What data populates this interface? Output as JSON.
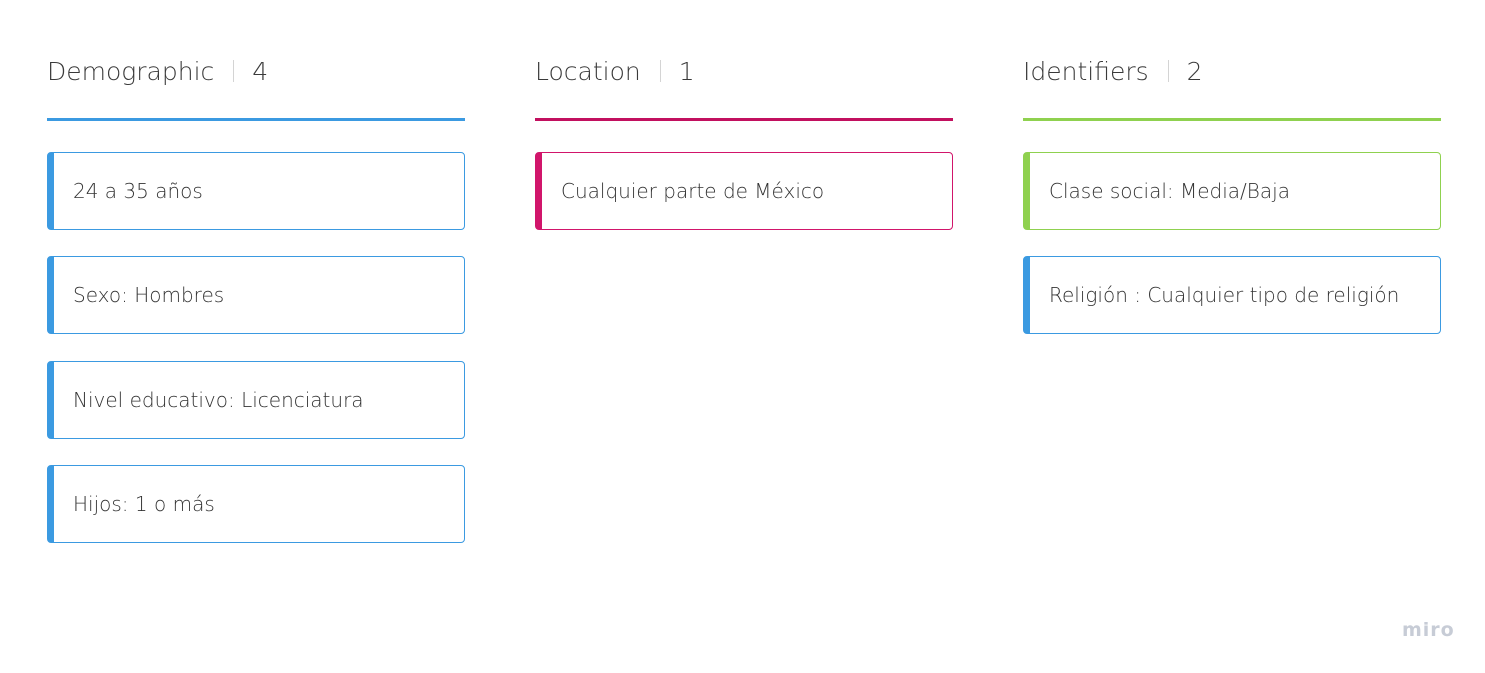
{
  "columns": [
    {
      "title": "Demographic",
      "count": "4",
      "accent": "#3b9ae1",
      "cards": [
        {
          "text": "24 a 35 años",
          "color": "#3b9ae1"
        },
        {
          "text": "Sexo: Hombres",
          "color": "#3b9ae1"
        },
        {
          "text": "Nivel educativo: Licenciatura",
          "color": "#3b9ae1"
        },
        {
          "text": "Hijos: 1 o más",
          "color": "#3b9ae1"
        }
      ]
    },
    {
      "title": "Location",
      "count": "1",
      "accent": "#c2105f",
      "cards": [
        {
          "text": "Cualquier parte de México",
          "color": "#d1156b"
        }
      ]
    },
    {
      "title": "Identifiers",
      "count": "2",
      "accent": "#8fd14f",
      "cards": [
        {
          "text": "Clase social: Media/Baja",
          "color": "#8fd14f"
        },
        {
          "text": "Religión : Cualquier tipo de religión",
          "color": "#3b9ae1"
        }
      ]
    }
  ],
  "branding": {
    "logo_text": "miro"
  }
}
